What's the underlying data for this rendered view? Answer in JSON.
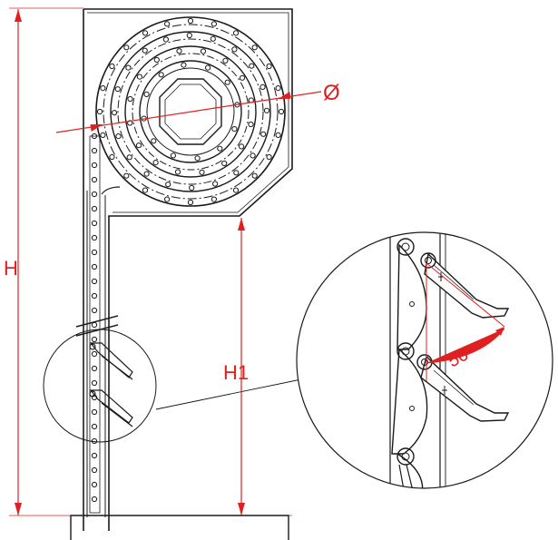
{
  "labels": {
    "height_total": "H",
    "height_opening": "H1",
    "diameter_symbol": "Ø",
    "angle": "50°"
  },
  "colors": {
    "outline": "#1a1a1a",
    "dimension": "#e02020",
    "background": "#ffffff"
  }
}
